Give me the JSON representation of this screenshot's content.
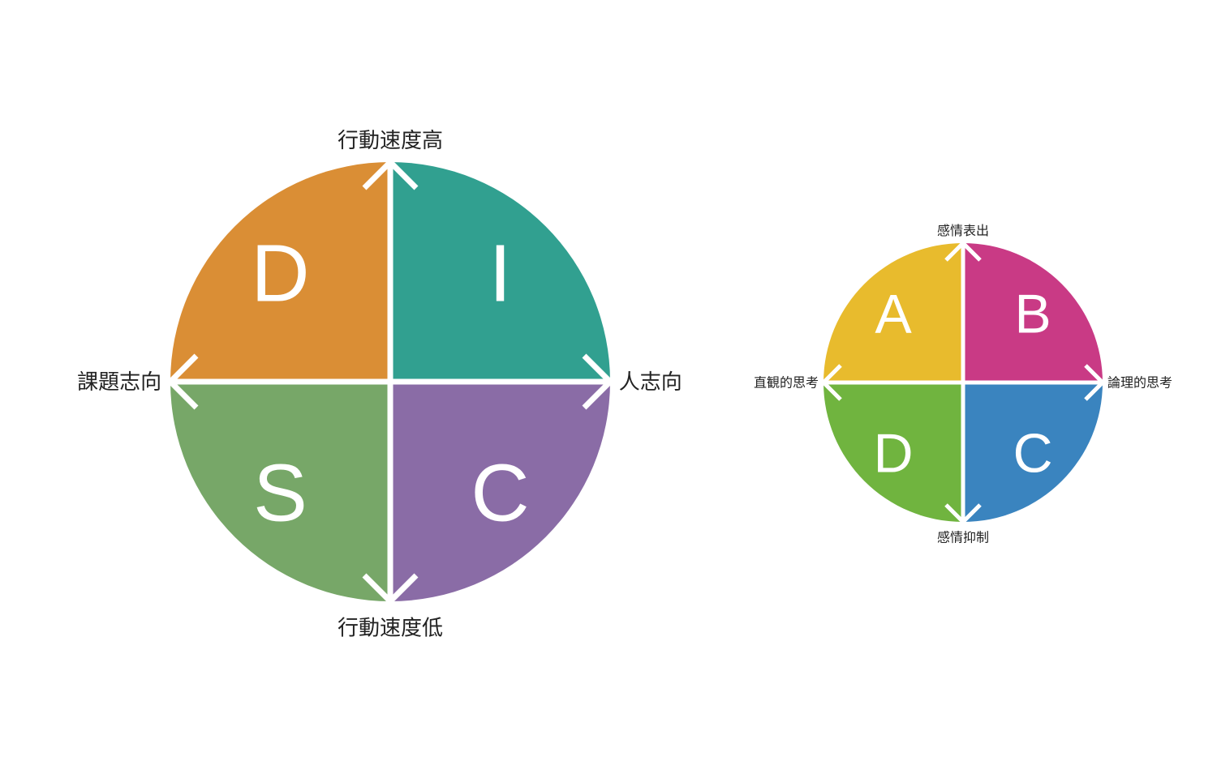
{
  "disc": {
    "axis_labels": {
      "top": "行動速度高",
      "bottom": "行動速度低",
      "left": "課題志向",
      "right": "人志向"
    },
    "quadrants": [
      {
        "letter": "D",
        "color": "#DA8E35"
      },
      {
        "letter": "I",
        "color": "#31A090"
      },
      {
        "letter": "S",
        "color": "#77A768"
      },
      {
        "letter": "C",
        "color": "#8A6CA6"
      }
    ]
  },
  "abcd": {
    "axis_labels": {
      "top": "感情表出",
      "bottom": "感情抑制",
      "left": "直観的思考",
      "right": "論理的思考"
    },
    "quadrants": [
      {
        "letter": "A",
        "color": "#E8BB2D"
      },
      {
        "letter": "B",
        "color": "#C93A85"
      },
      {
        "letter": "D",
        "color": "#70B43F"
      },
      {
        "letter": "C",
        "color": "#3A84BF"
      }
    ]
  }
}
